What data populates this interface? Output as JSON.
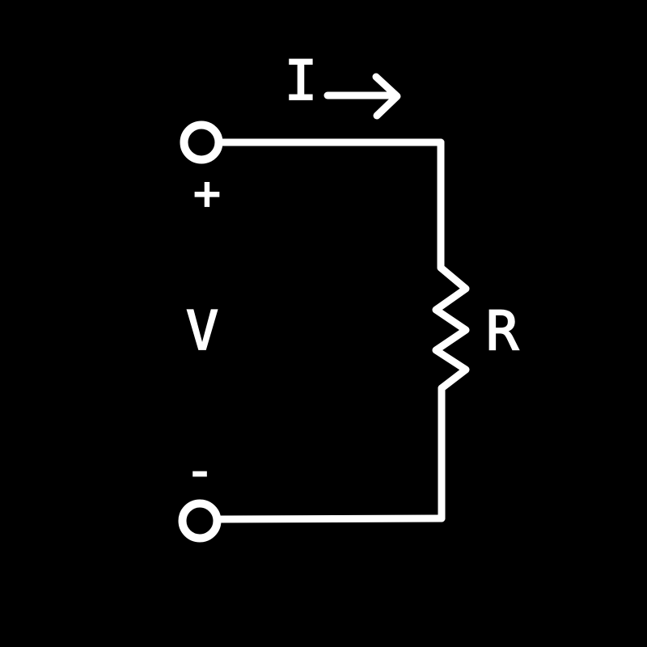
{
  "colors": {
    "background": "#000000",
    "ink": "#ffffff"
  },
  "diagram": {
    "type": "circuit-schematic",
    "labels": {
      "current": "I",
      "voltage": "V",
      "resistance": "R",
      "positive": "+",
      "negative": "-"
    },
    "icons": {
      "current_arrow": "right-arrow"
    }
  }
}
